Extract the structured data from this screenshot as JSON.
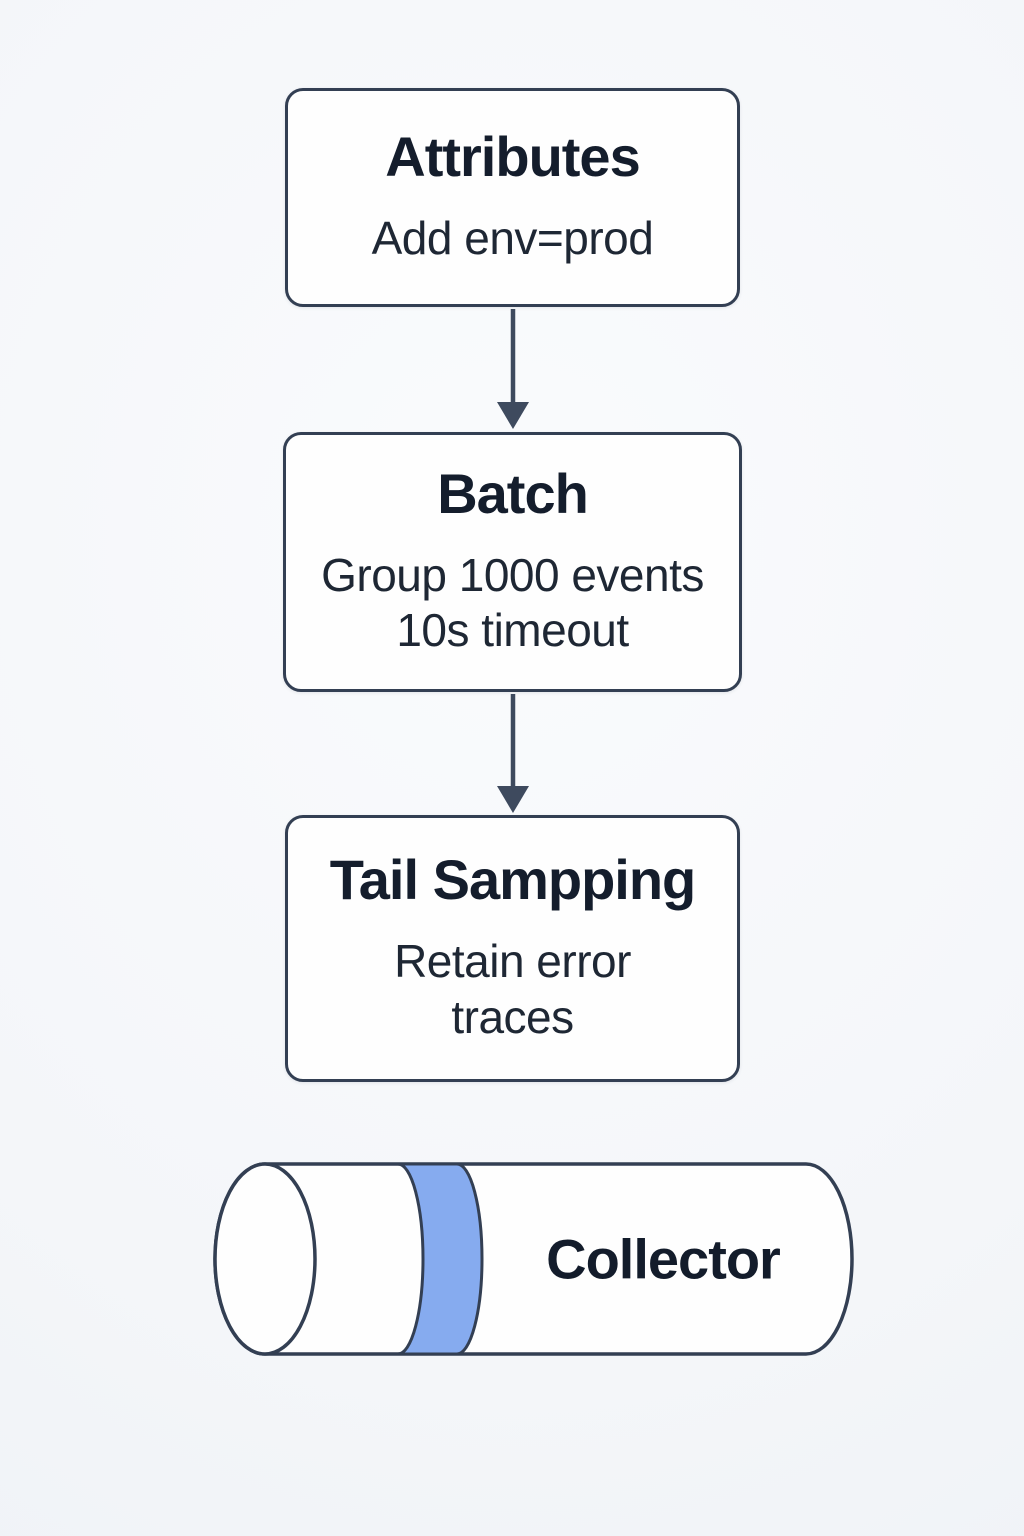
{
  "diagram": {
    "nodes": [
      {
        "id": "attributes",
        "title": "Attributes",
        "lines": [
          "Add env=prod"
        ]
      },
      {
        "id": "batch",
        "title": "Batch",
        "lines": [
          "Group 1000 events",
          "10s timeout"
        ]
      },
      {
        "id": "tail-sampling",
        "title": "Tail Sampping",
        "lines": [
          "Retain error",
          "traces"
        ]
      }
    ],
    "connectors": [
      {
        "from": "attributes",
        "to": "batch"
      },
      {
        "from": "batch",
        "to": "tail-sampling"
      }
    ],
    "cylinder": {
      "label": "Collector"
    },
    "colors": {
      "background": "#f4f6f9",
      "node_fill": "#fefefe",
      "stroke": "#333f53",
      "title_text": "#141d2c",
      "subtitle_text": "#1e2734",
      "arrow": "#3e4a5e",
      "band": "#86abef"
    }
  }
}
